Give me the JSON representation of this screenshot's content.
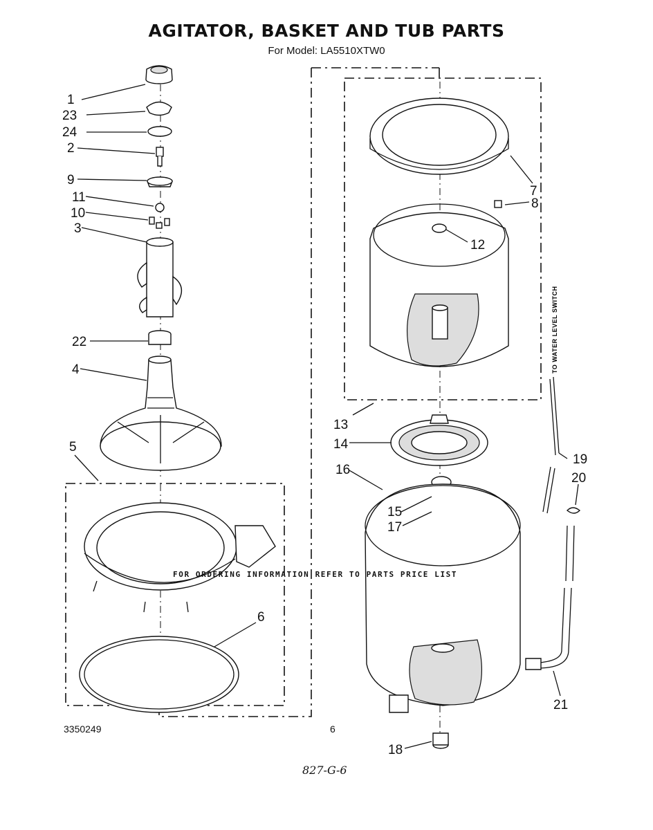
{
  "title": "AGITATOR, BASKET AND TUB PARTS",
  "subtitle": "For Model: LA5510XTW0",
  "footer_note": "FOR ORDERING INFORMATION REFER TO PARTS PRICE LIST",
  "doc_number": "3350249",
  "page_number": "6",
  "handwritten_note": "827-G-6",
  "side_label": "TO WATER LEVEL SWITCH",
  "callouts": {
    "c1": "1",
    "c23": "23",
    "c24": "24",
    "c2": "2",
    "c9": "9",
    "c11": "11",
    "c10": "10",
    "c3": "3",
    "c22": "22",
    "c4": "4",
    "c5": "5",
    "c6": "6",
    "c7": "7",
    "c8": "8",
    "c12": "12",
    "c13": "13",
    "c14": "14",
    "c16": "16",
    "c15": "15",
    "c17": "17",
    "c19": "19",
    "c20": "20",
    "c21": "21",
    "c18": "18"
  }
}
